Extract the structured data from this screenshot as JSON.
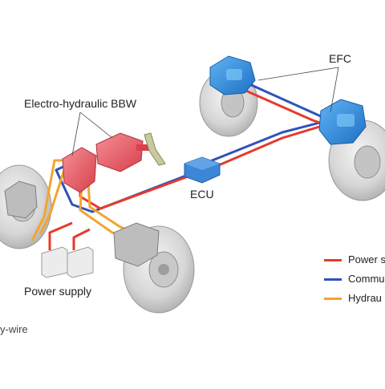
{
  "labels": {
    "efc": "EFC",
    "bbw": "Electro-hydraulic BBW",
    "ecu": "ECU",
    "power_supply": "Power supply",
    "caption_fragment": "y-wire"
  },
  "legend": [
    {
      "text": "Power s",
      "color": "#e53b2c"
    },
    {
      "text": "Commu",
      "color": "#2f54b8"
    },
    {
      "text": "Hydrau",
      "color": "#f2a530"
    }
  ],
  "colors": {
    "power": "#e53b2c",
    "communication": "#2f54b8",
    "hydraulic": "#f2a530",
    "caliper_efc": "#2f8fe0",
    "bbw_unit": "#e8606a",
    "ecu_box": "#3b86d6",
    "disc": "#d9d9d9"
  }
}
